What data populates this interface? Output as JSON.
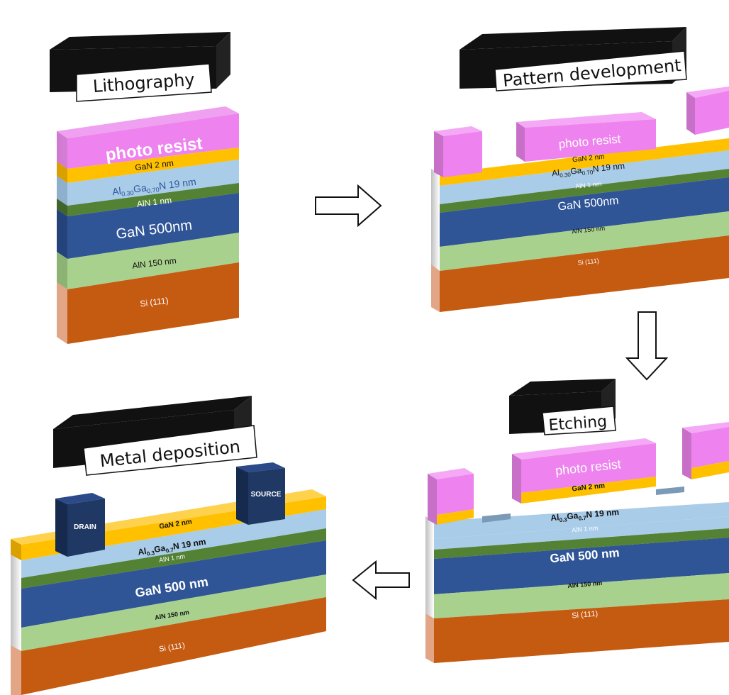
{
  "steps": {
    "lithography": {
      "title": "Lithography",
      "layers": {
        "resist": "photo resist",
        "gan2": "GaN 2 nm",
        "algan_a": "Al",
        "algan_a_sub": "0.30",
        "algan_b": "Ga",
        "algan_b_sub": "0.70",
        "algan_c": "N 19 nm",
        "aln1": "AlN 1 nm",
        "gan500": "GaN 500nm",
        "aln150": "AlN 150 nm",
        "si": "Si (111)"
      }
    },
    "pattern": {
      "title": "Pattern development",
      "layers": {
        "resist": "photo resist",
        "gan2": "GaN 2 nm",
        "algan_a": "Al",
        "algan_a_sub": "0.30",
        "algan_b": "Ga",
        "algan_b_sub": "0.70",
        "algan_c": "N 19 nm",
        "aln1": "AlN 1 nm",
        "gan500": "GaN 500nm",
        "aln150": "AlN 150 nm",
        "si": "Si (111)"
      }
    },
    "etching": {
      "title": "Etching",
      "layers": {
        "resist": "photo resist",
        "gan2": "GaN 2 nm",
        "algan_a": "Al",
        "algan_a_sub": "0.3",
        "algan_b": "Ga",
        "algan_b_sub": "0.7",
        "algan_c": "N 19 nm",
        "aln1": "AlN 1 nm",
        "gan500": "GaN 500 nm",
        "aln150": "AlN 150 nm",
        "si": "Si (111)"
      }
    },
    "metal": {
      "title": "Metal deposition",
      "layers": {
        "drain": "DRAIN",
        "source": "SOURCE",
        "gan2": "GaN 2 nm",
        "algan_a": "Al",
        "algan_a_sub": "0.3",
        "algan_b": "Ga",
        "algan_b_sub": "0.7",
        "algan_c": "N 19 nm",
        "aln1": "AlN 1 nm",
        "gan500": "GaN 500 nm",
        "aln150": "AlN 150 nm",
        "si": "Si (111)"
      }
    }
  },
  "colors": {
    "resist": "#ee82ee",
    "gan2": "#ffc000",
    "algan": "#a9cce9",
    "aln1": "#548235",
    "gan500": "#2f5597",
    "aln150": "#a9d18e",
    "si": "#c55a11",
    "contact": "#1f3864",
    "label_box": "#ffffff",
    "label_block": "#111111"
  }
}
